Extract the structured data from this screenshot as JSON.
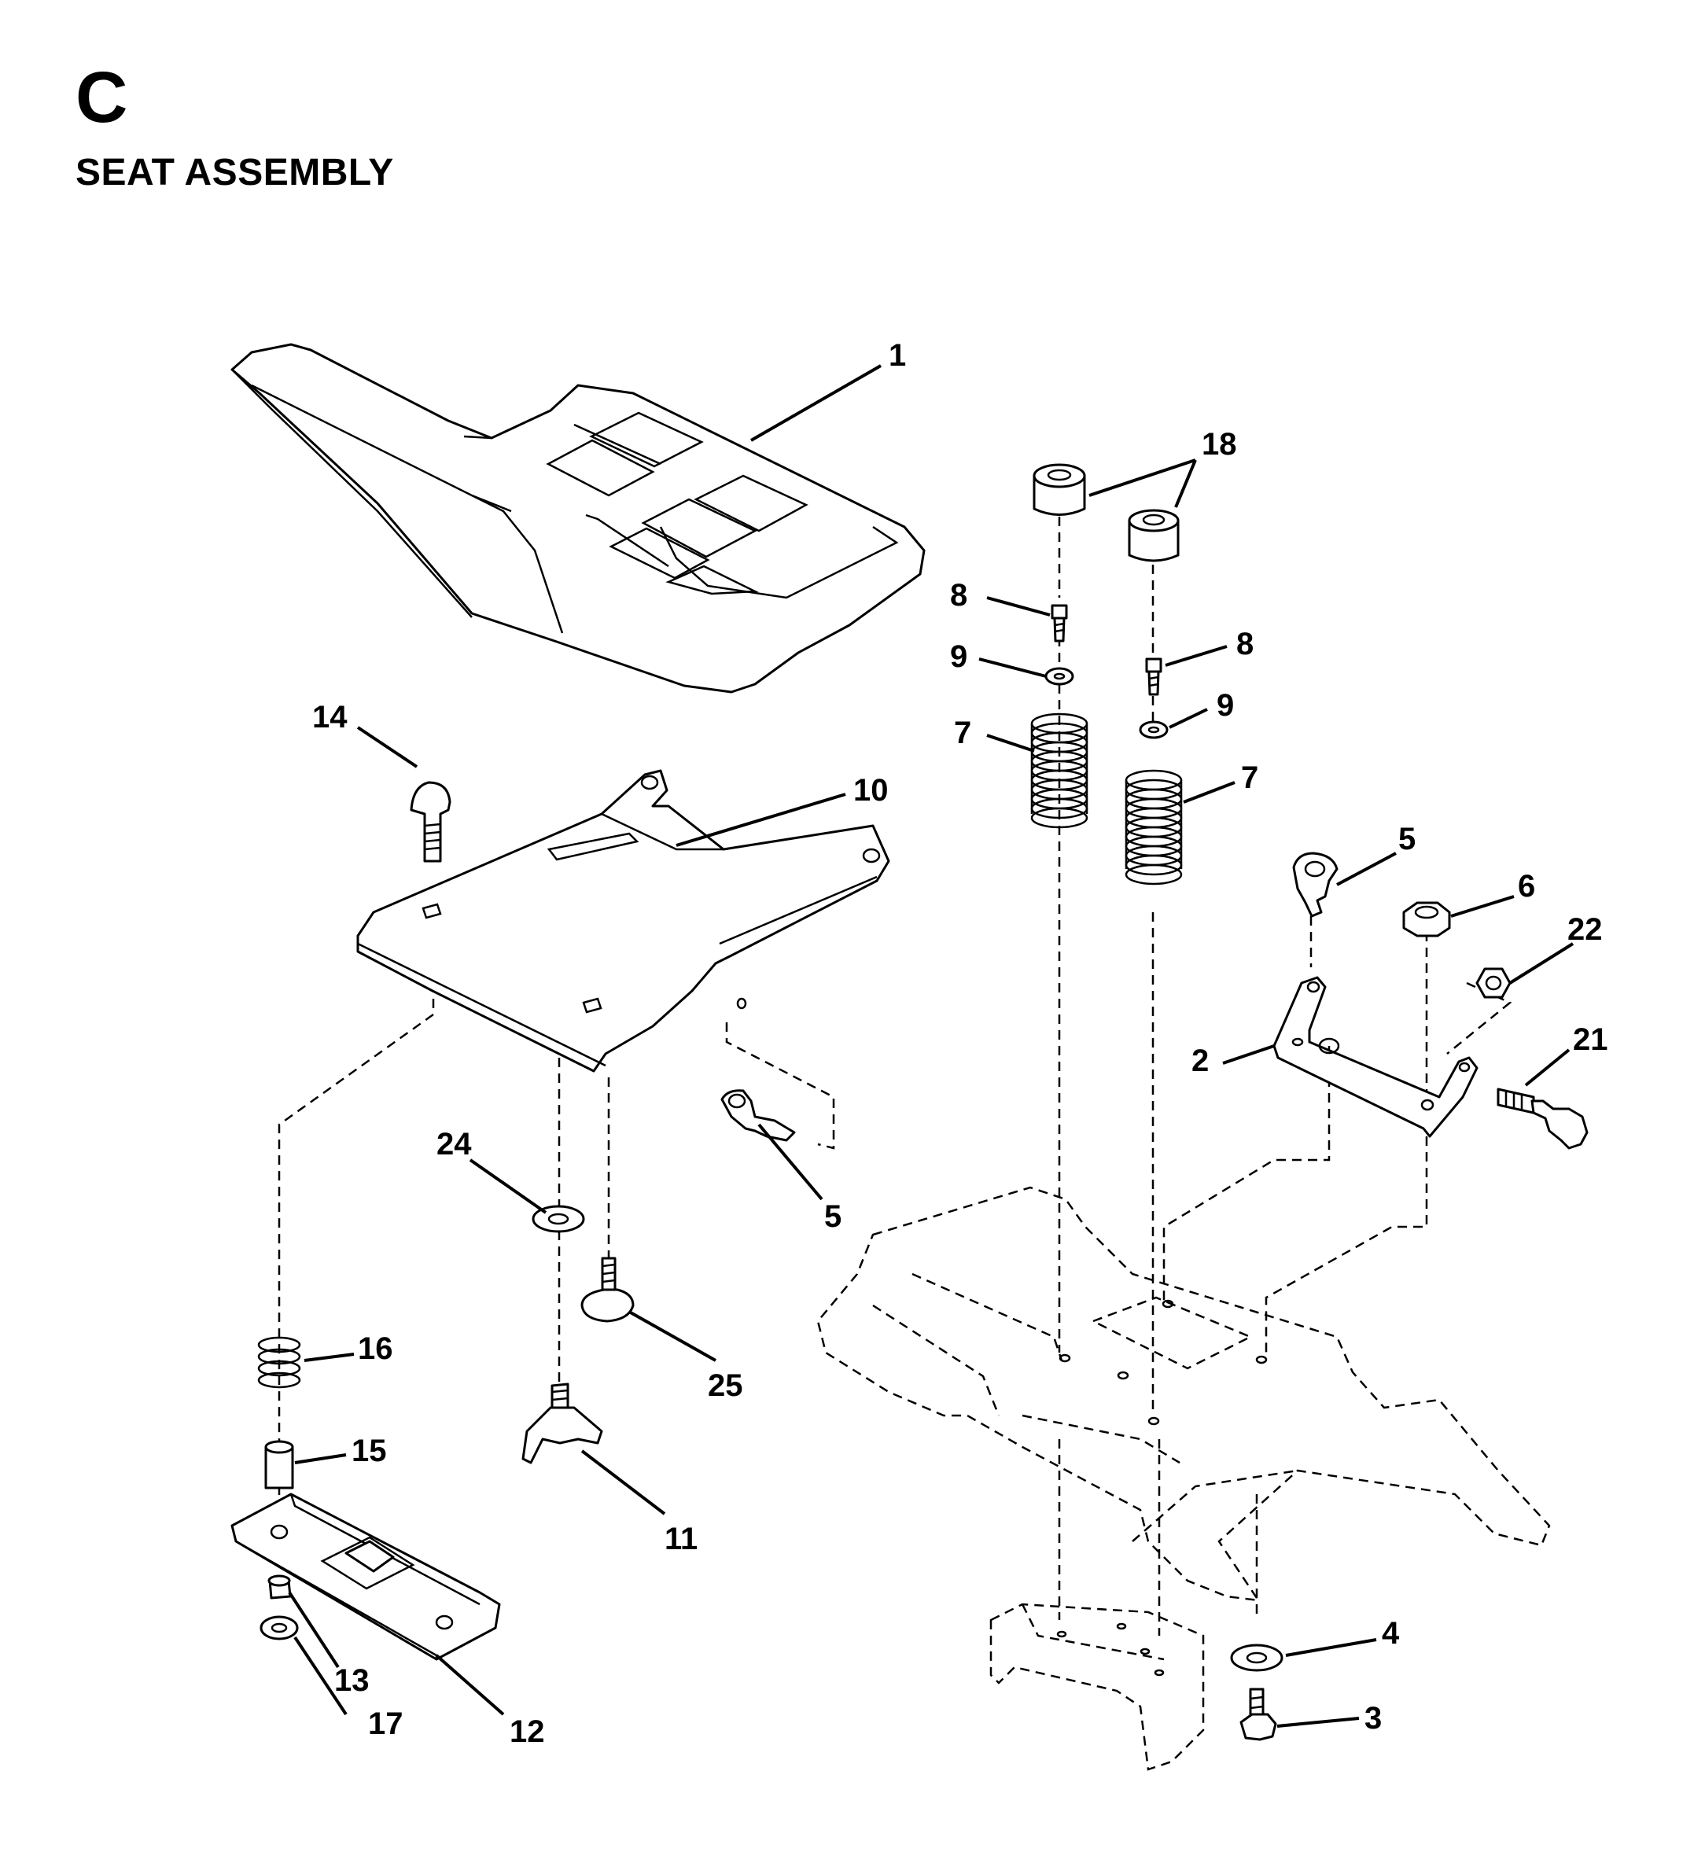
{
  "header": {
    "section_letter": "C",
    "title": "SEAT ASSEMBLY"
  },
  "callouts": {
    "c1": "1",
    "c2": "2",
    "c3": "3",
    "c4": "4",
    "c5a": "5",
    "c5b": "5",
    "c6": "6",
    "c7a": "7",
    "c7b": "7",
    "c8a": "8",
    "c8b": "8",
    "c9a": "9",
    "c9b": "9",
    "c10": "10",
    "c11": "11",
    "c12": "12",
    "c13": "13",
    "c14": "14",
    "c15": "15",
    "c16": "16",
    "c17": "17",
    "c18": "18",
    "c21": "21",
    "c22": "22",
    "c24": "24",
    "c25": "25"
  },
  "colors": {
    "ink": "#000000",
    "paper": "#ffffff"
  }
}
